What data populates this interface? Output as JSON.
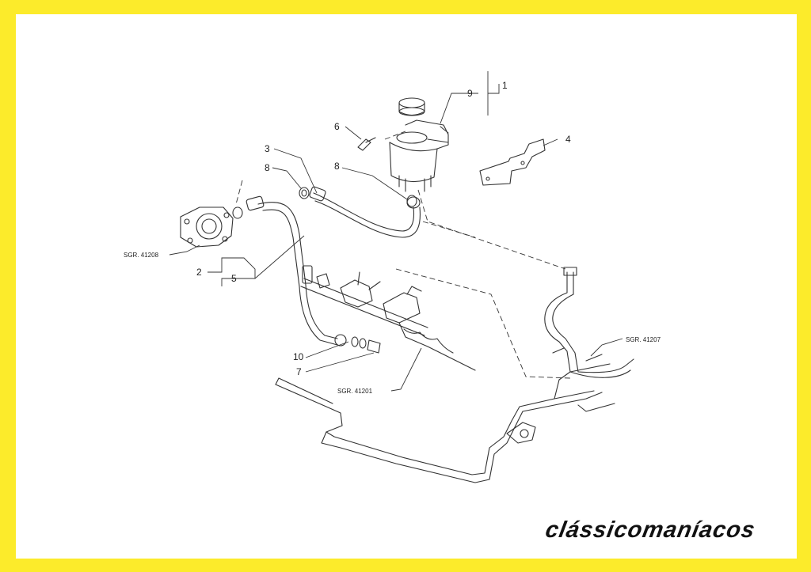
{
  "callouts": {
    "c1": "1",
    "c2": "2",
    "c3": "3",
    "c4": "4",
    "c5": "5",
    "c6": "6",
    "c7": "7",
    "c8a": "8",
    "c8b": "8",
    "c9": "9",
    "c10": "10"
  },
  "references": {
    "pump": "SGR. 41208",
    "rack": "SGR. 41201",
    "lines": "SGR. 41207"
  },
  "brand": {
    "logo": "clássicomaníacos"
  },
  "colors": {
    "frame": "#FCEB2B",
    "background": "#FFFFFF",
    "ink": "#222222"
  }
}
